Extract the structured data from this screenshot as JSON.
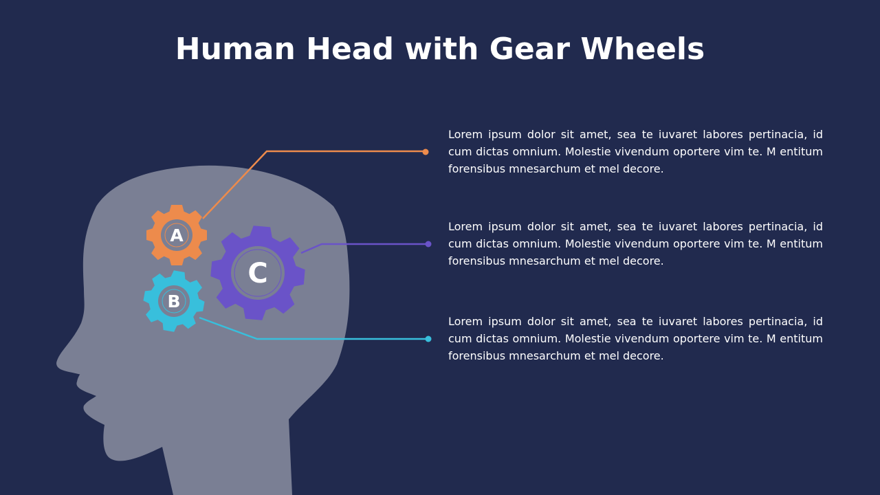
{
  "title": "Human Head with Gear Wheels",
  "colors": {
    "background": "#212a4e",
    "head": "#7a7f94",
    "gear_a": "#ed8b4c",
    "gear_b": "#38bfdc",
    "gear_c": "#6a53c8",
    "text": "#ffffff"
  },
  "gears": [
    {
      "id": "A",
      "label": "A",
      "color": "#ed8b4c"
    },
    {
      "id": "B",
      "label": "B",
      "color": "#38bfdc"
    },
    {
      "id": "C",
      "label": "C",
      "color": "#6a53c8"
    }
  ],
  "items": [
    {
      "gear": "A",
      "text": "Lorem ipsum dolor sit amet, sea te iuvaret labores pertinacia, id cum dictas omnium. Molestie vivendum oportere vim te. M entitum forensibus mnesarchum et mel decore."
    },
    {
      "gear": "C",
      "text": "Lorem ipsum dolor sit amet, sea te iuvaret labores pertinacia, id cum dictas omnium. Molestie vivendum oportere vim te. M entitum forensibus mnesarchum et mel decore."
    },
    {
      "gear": "B",
      "text": "Lorem ipsum dolor sit amet, sea te iuvaret labores pertinacia, id cum dictas omnium. Molestie vivendum oportere vim te. M entitum forensibus mnesarchum et mel decore."
    }
  ]
}
